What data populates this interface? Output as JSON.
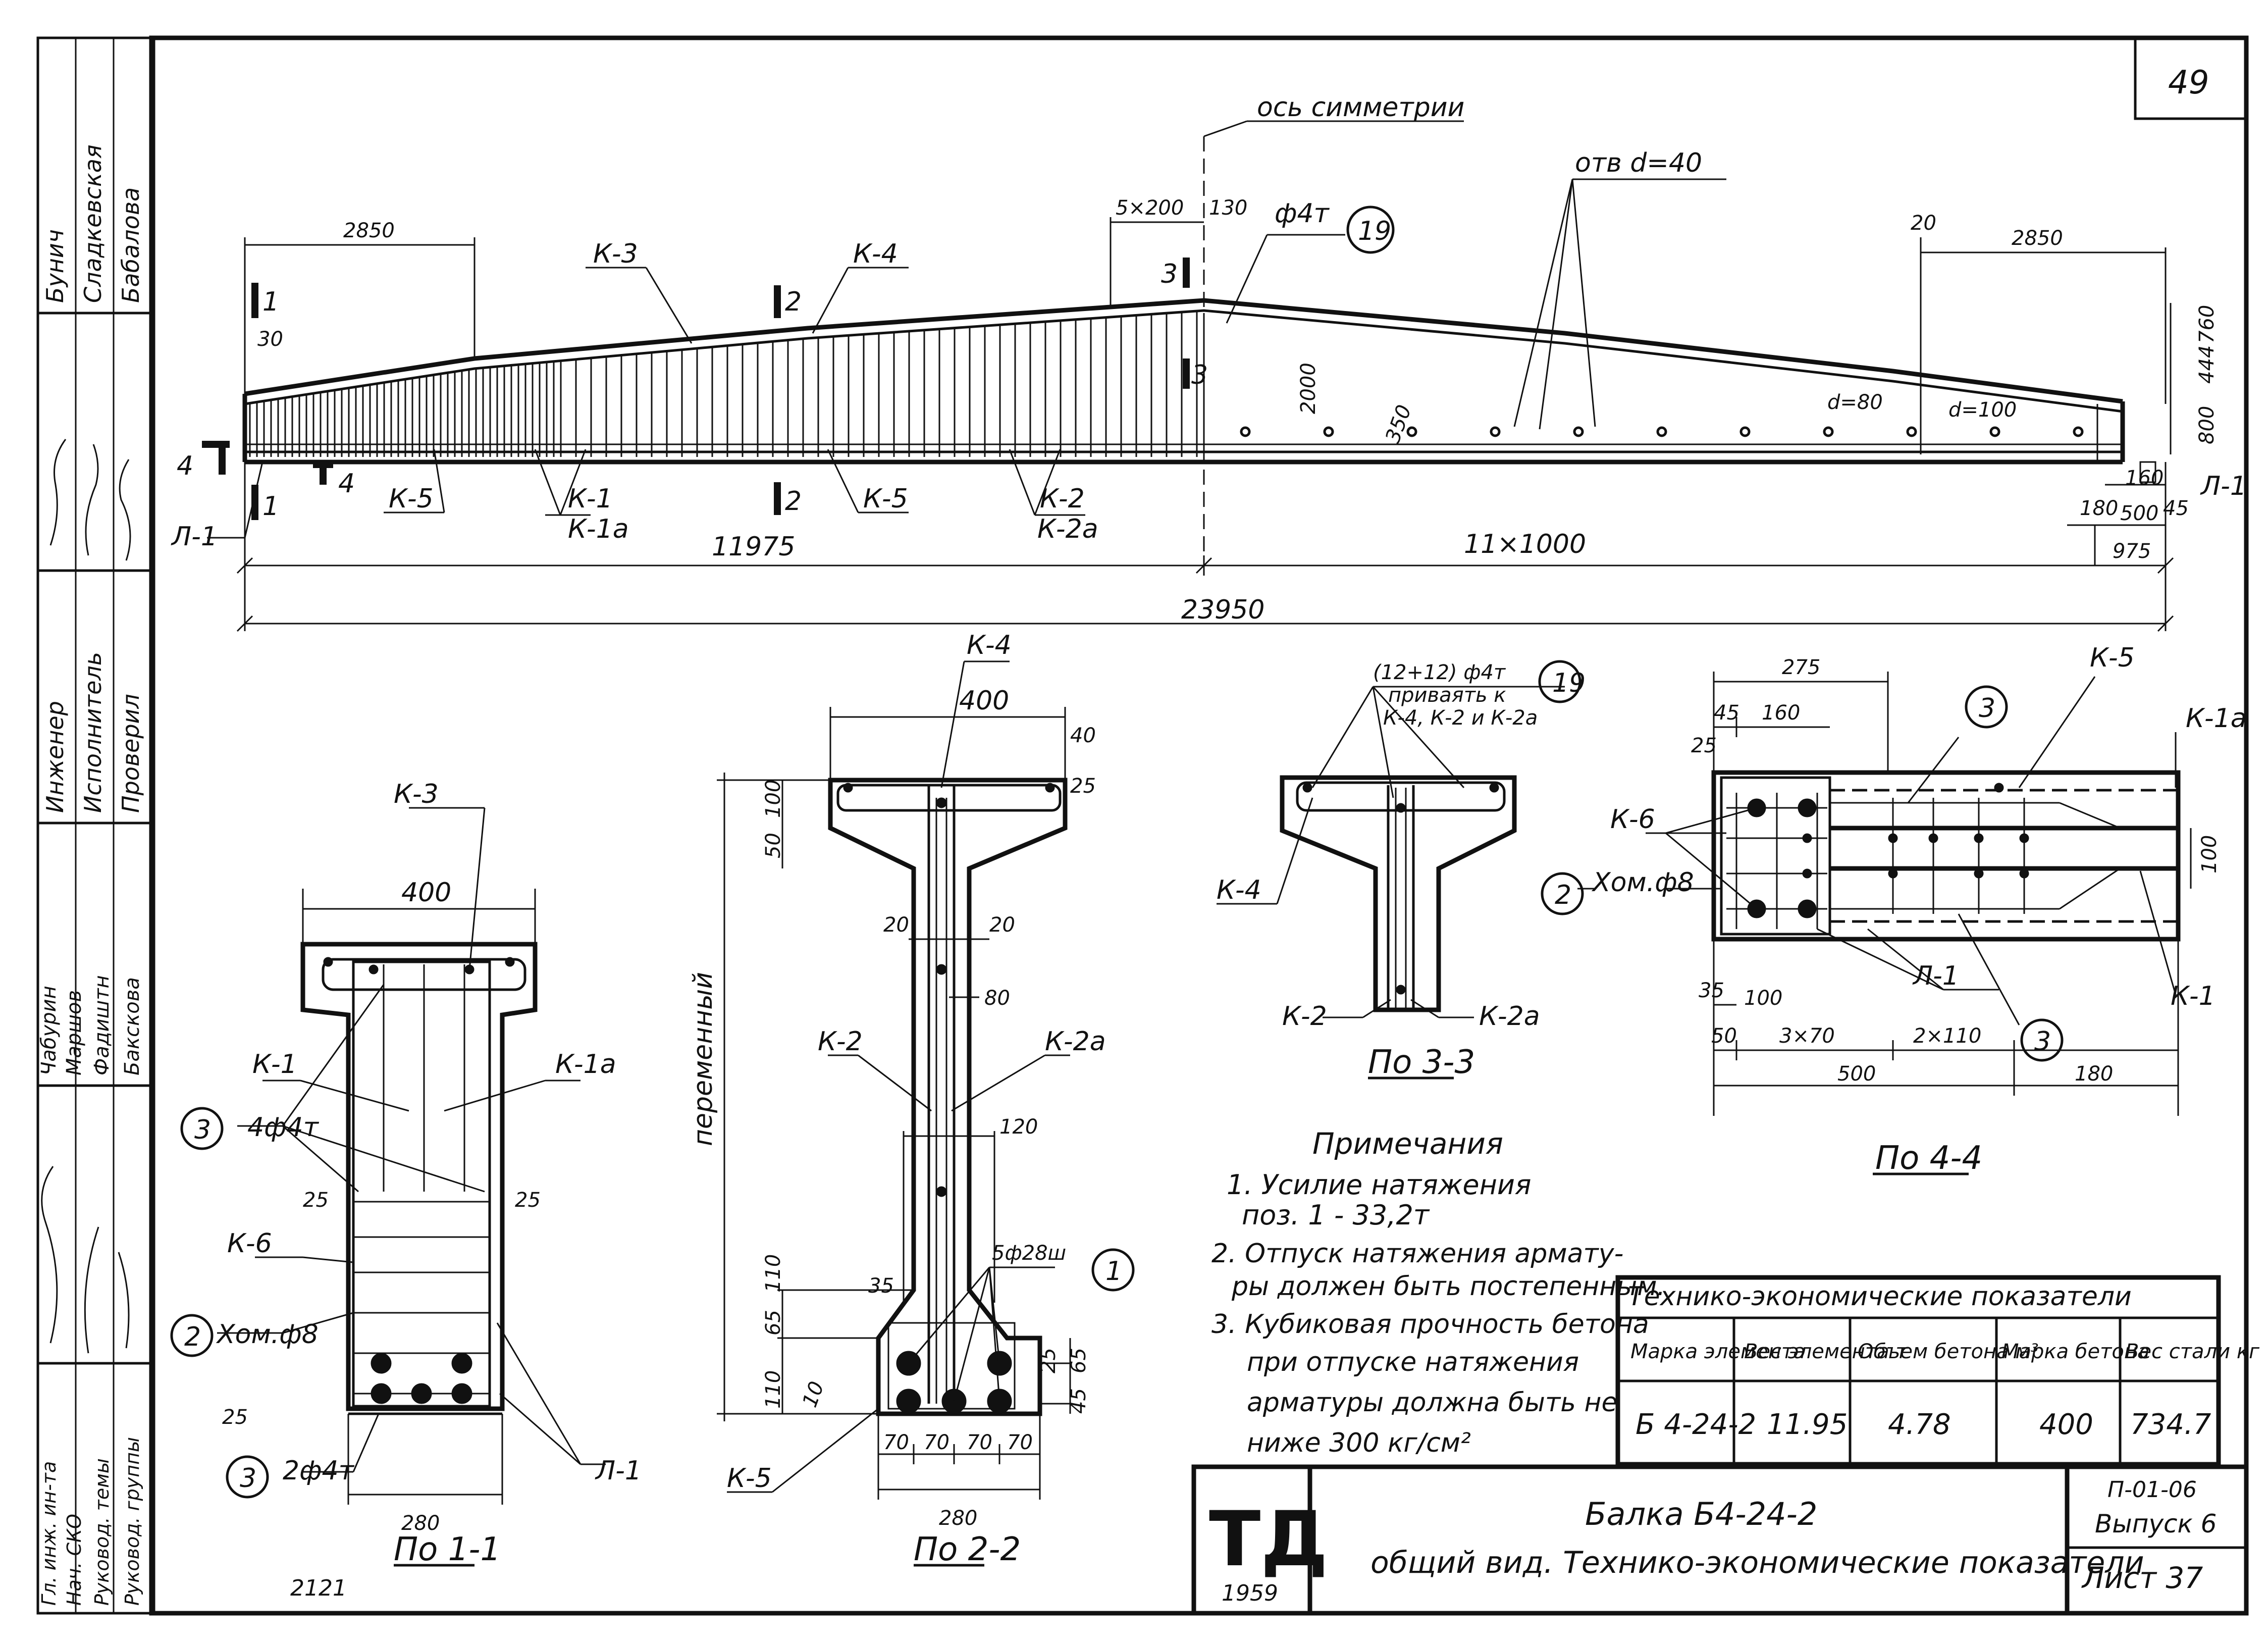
{
  "sheet_number": "49",
  "main_elevation": {
    "symmetry_axis": "ось симметрии",
    "holes_label": "отв d=40",
    "bar_19": "ф4т",
    "callout_19": "19",
    "dim_2850_left": "2850",
    "dim_2850_right": "2850",
    "dim_5x200": "5×200",
    "dim_130": "130",
    "dim_20": "20",
    "dim_30": "30",
    "dim_2000": "2000",
    "dim_350": "350",
    "dim_800": "800",
    "dim_444": "444",
    "dim_760": "760",
    "dim_160": "160",
    "dim_45": "45",
    "dim_180": "180",
    "dim_500": "500",
    "dim_975": "975",
    "dim_11975": "11975",
    "dim_11x1000": "11×1000",
    "dim_23950": "23950",
    "d80": "d=80",
    "d100": "d=100",
    "k1": "К-1",
    "k1a": "К-1а",
    "k2": "К-2",
    "k2a": "К-2а",
    "k3": "К-3",
    "k4": "К-4",
    "k5_a": "К-5",
    "k5_b": "К-5",
    "l1_left": "Л-1",
    "l1_right": "Л-1",
    "sec1_top": "1",
    "sec1_bot": "1",
    "sec2_top": "2",
    "sec2_bot": "2",
    "sec3_top": "3",
    "sec3_bot": "3",
    "sec4_a": "4",
    "sec4_b": "4"
  },
  "section_1_1": {
    "caption": "По 1-1",
    "w400": "400",
    "w280": "280",
    "k3": "К-3",
    "k1": "К-1",
    "k1a": "К-1а",
    "k6": "К-6",
    "l1": "Л-1",
    "bars_top": "4ф4т",
    "bars_bot": "2ф4т",
    "hom": "Хом.ф8",
    "c25a": "25",
    "c25b": "25",
    "c25c": "25",
    "callout_3a": "3",
    "callout_3b": "3",
    "callout_2": "2"
  },
  "section_2_2": {
    "caption": "По 2-2",
    "k4": "К-4",
    "k2": "К-2",
    "k2a": "К-2а",
    "k5": "К-5",
    "w400": "400",
    "w280": "280",
    "d40": "40",
    "d25": "25",
    "d100": "100",
    "d50": "50",
    "d20a": "20",
    "d20b": "20",
    "d80": "80",
    "d120": "120",
    "d35": "35",
    "d110a": "110",
    "d65a": "65",
    "d110b": "110",
    "d10": "10",
    "d25b": "25",
    "d45": "45",
    "d65b": "65",
    "d70a": "70",
    "d70b": "70",
    "d70c": "70",
    "d70d": "70",
    "variable": "переменный",
    "strands": "5ф28ш",
    "callout_1": "1"
  },
  "section_3_3": {
    "caption": "По 3-3",
    "bars": "(12+12) ф4т",
    "weld": "приваять к",
    "weld2": "К-4, К-2 и К-2а",
    "callout_19": "19",
    "k4": "К-4",
    "k2": "К-2",
    "k2a": "К-2а"
  },
  "section_4_4": {
    "caption": "По 4-4",
    "d275": "275",
    "d45": "45",
    "d160": "160",
    "d25": "25",
    "d35": "35",
    "d100": "100",
    "d50": "50",
    "d3x70": "3×70",
    "d2x110": "2×110",
    "d500": "500",
    "d180": "180",
    "d100r": "100",
    "k5": "К-5",
    "k1a": "К-1а",
    "k6": "К-6",
    "k1": "К-1",
    "l1": "Л-1",
    "hom": "Хом.ф8",
    "callout_3a": "3",
    "callout_3b": "3",
    "callout_2": "2"
  },
  "notes": {
    "title": "Примечания",
    "n1a": "1. Усилие    натяжения",
    "n1b": "поз. 1  -  33,2т",
    "n2a": "2. Отпуск натяжения армату-",
    "n2b": "ры должен быть постепенным.",
    "n3a": "3. Кубиковая прочность бетона",
    "n3b": "при отпуске натяжения",
    "n3c": "арматуры должна быть не",
    "n3d": "ниже   300 кг/см²"
  },
  "tech_table": {
    "title": "Технико-экономические показатели",
    "headers": [
      "Марка элемента",
      "Вес элемента т",
      "Объем бетона м³",
      "Марка бетона",
      "Вес стали кг"
    ],
    "values": [
      "Б 4-24-2",
      "11.95",
      "4.78",
      "400",
      "734.7"
    ]
  },
  "title_block": {
    "logo": "ТД",
    "year": "1959",
    "name_line1": "Балка Б4-24-2",
    "name_line2": "общий вид. Технико-экономические показатели",
    "series": "П-01-06",
    "issue": "Выпуск 6",
    "sheet": "Лист 37"
  },
  "side_stamp": {
    "col1": [
      "Бунич",
      "Сладкевская",
      "Бабалова"
    ],
    "roles": [
      "Инженер",
      "Исполнитель",
      "Проверил"
    ],
    "col3": [
      "Чабурин",
      "Маршов",
      "Фадиштн",
      "Бакскова"
    ],
    "bottom": [
      "Гл. инж. ин-та",
      "Нач. СКО",
      "Руковод. темы",
      "Руковод. группы"
    ]
  },
  "bottom_note": "2121"
}
